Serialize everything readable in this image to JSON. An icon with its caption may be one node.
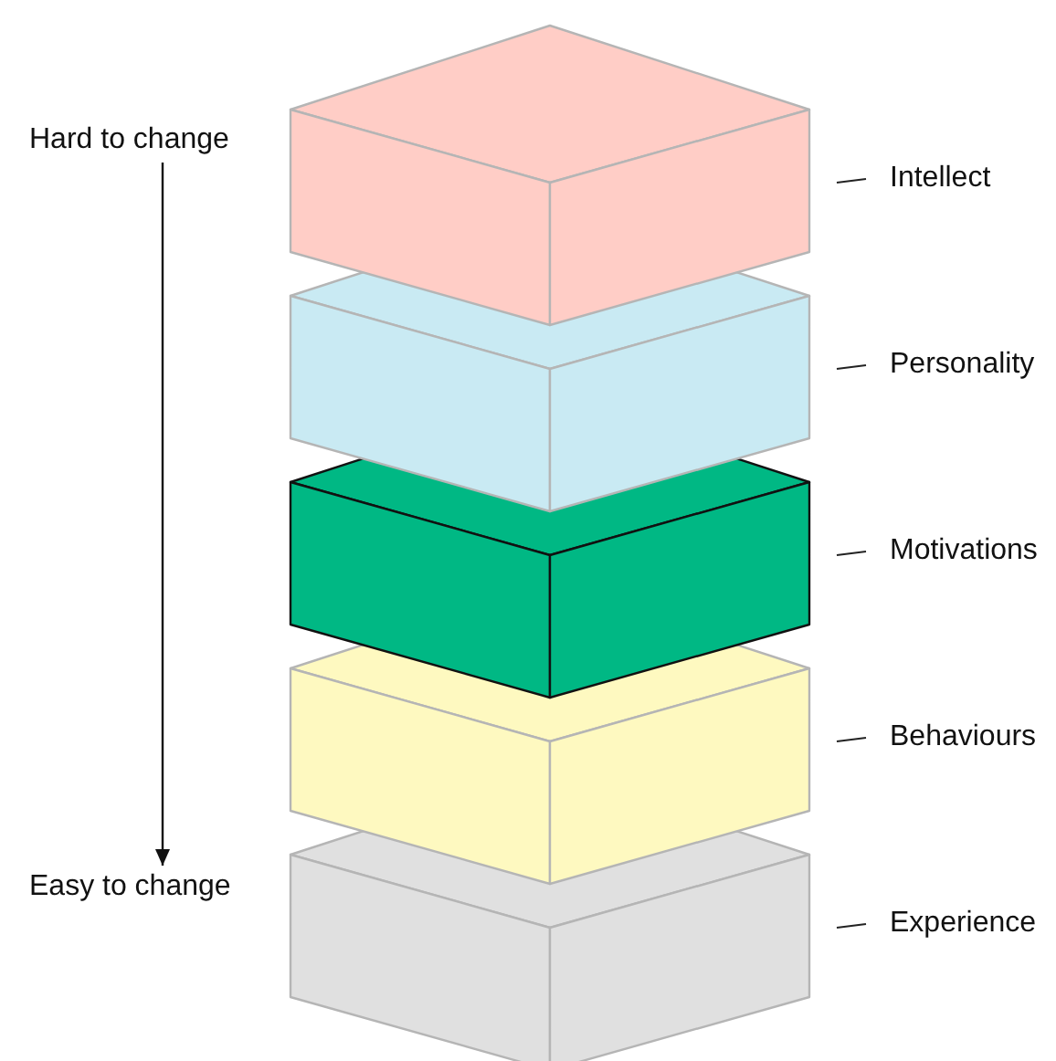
{
  "diagram": {
    "nodes": [
      {
        "text": [],
        "shape": "box",
        "beside": [
          "Intellect"
        ]
      },
      {
        "text": [],
        "shape": "box",
        "beside": [
          "Personality"
        ]
      },
      {
        "text": [],
        "shape": "box",
        "beside": [
          "Motivations"
        ]
      },
      {
        "text": [],
        "shape": "box",
        "beside": [
          "Behaviours"
        ]
      },
      {
        "text": [],
        "shape": "box",
        "beside": [
          "Experience"
        ]
      },
      {
        "text": [
          "Hard to change"
        ]
      },
      {
        "text": [
          "Easy to change"
        ]
      }
    ],
    "edges": [
      {
        "from": 5,
        "to": 6,
        "arrow": "to"
      }
    ]
  }
}
